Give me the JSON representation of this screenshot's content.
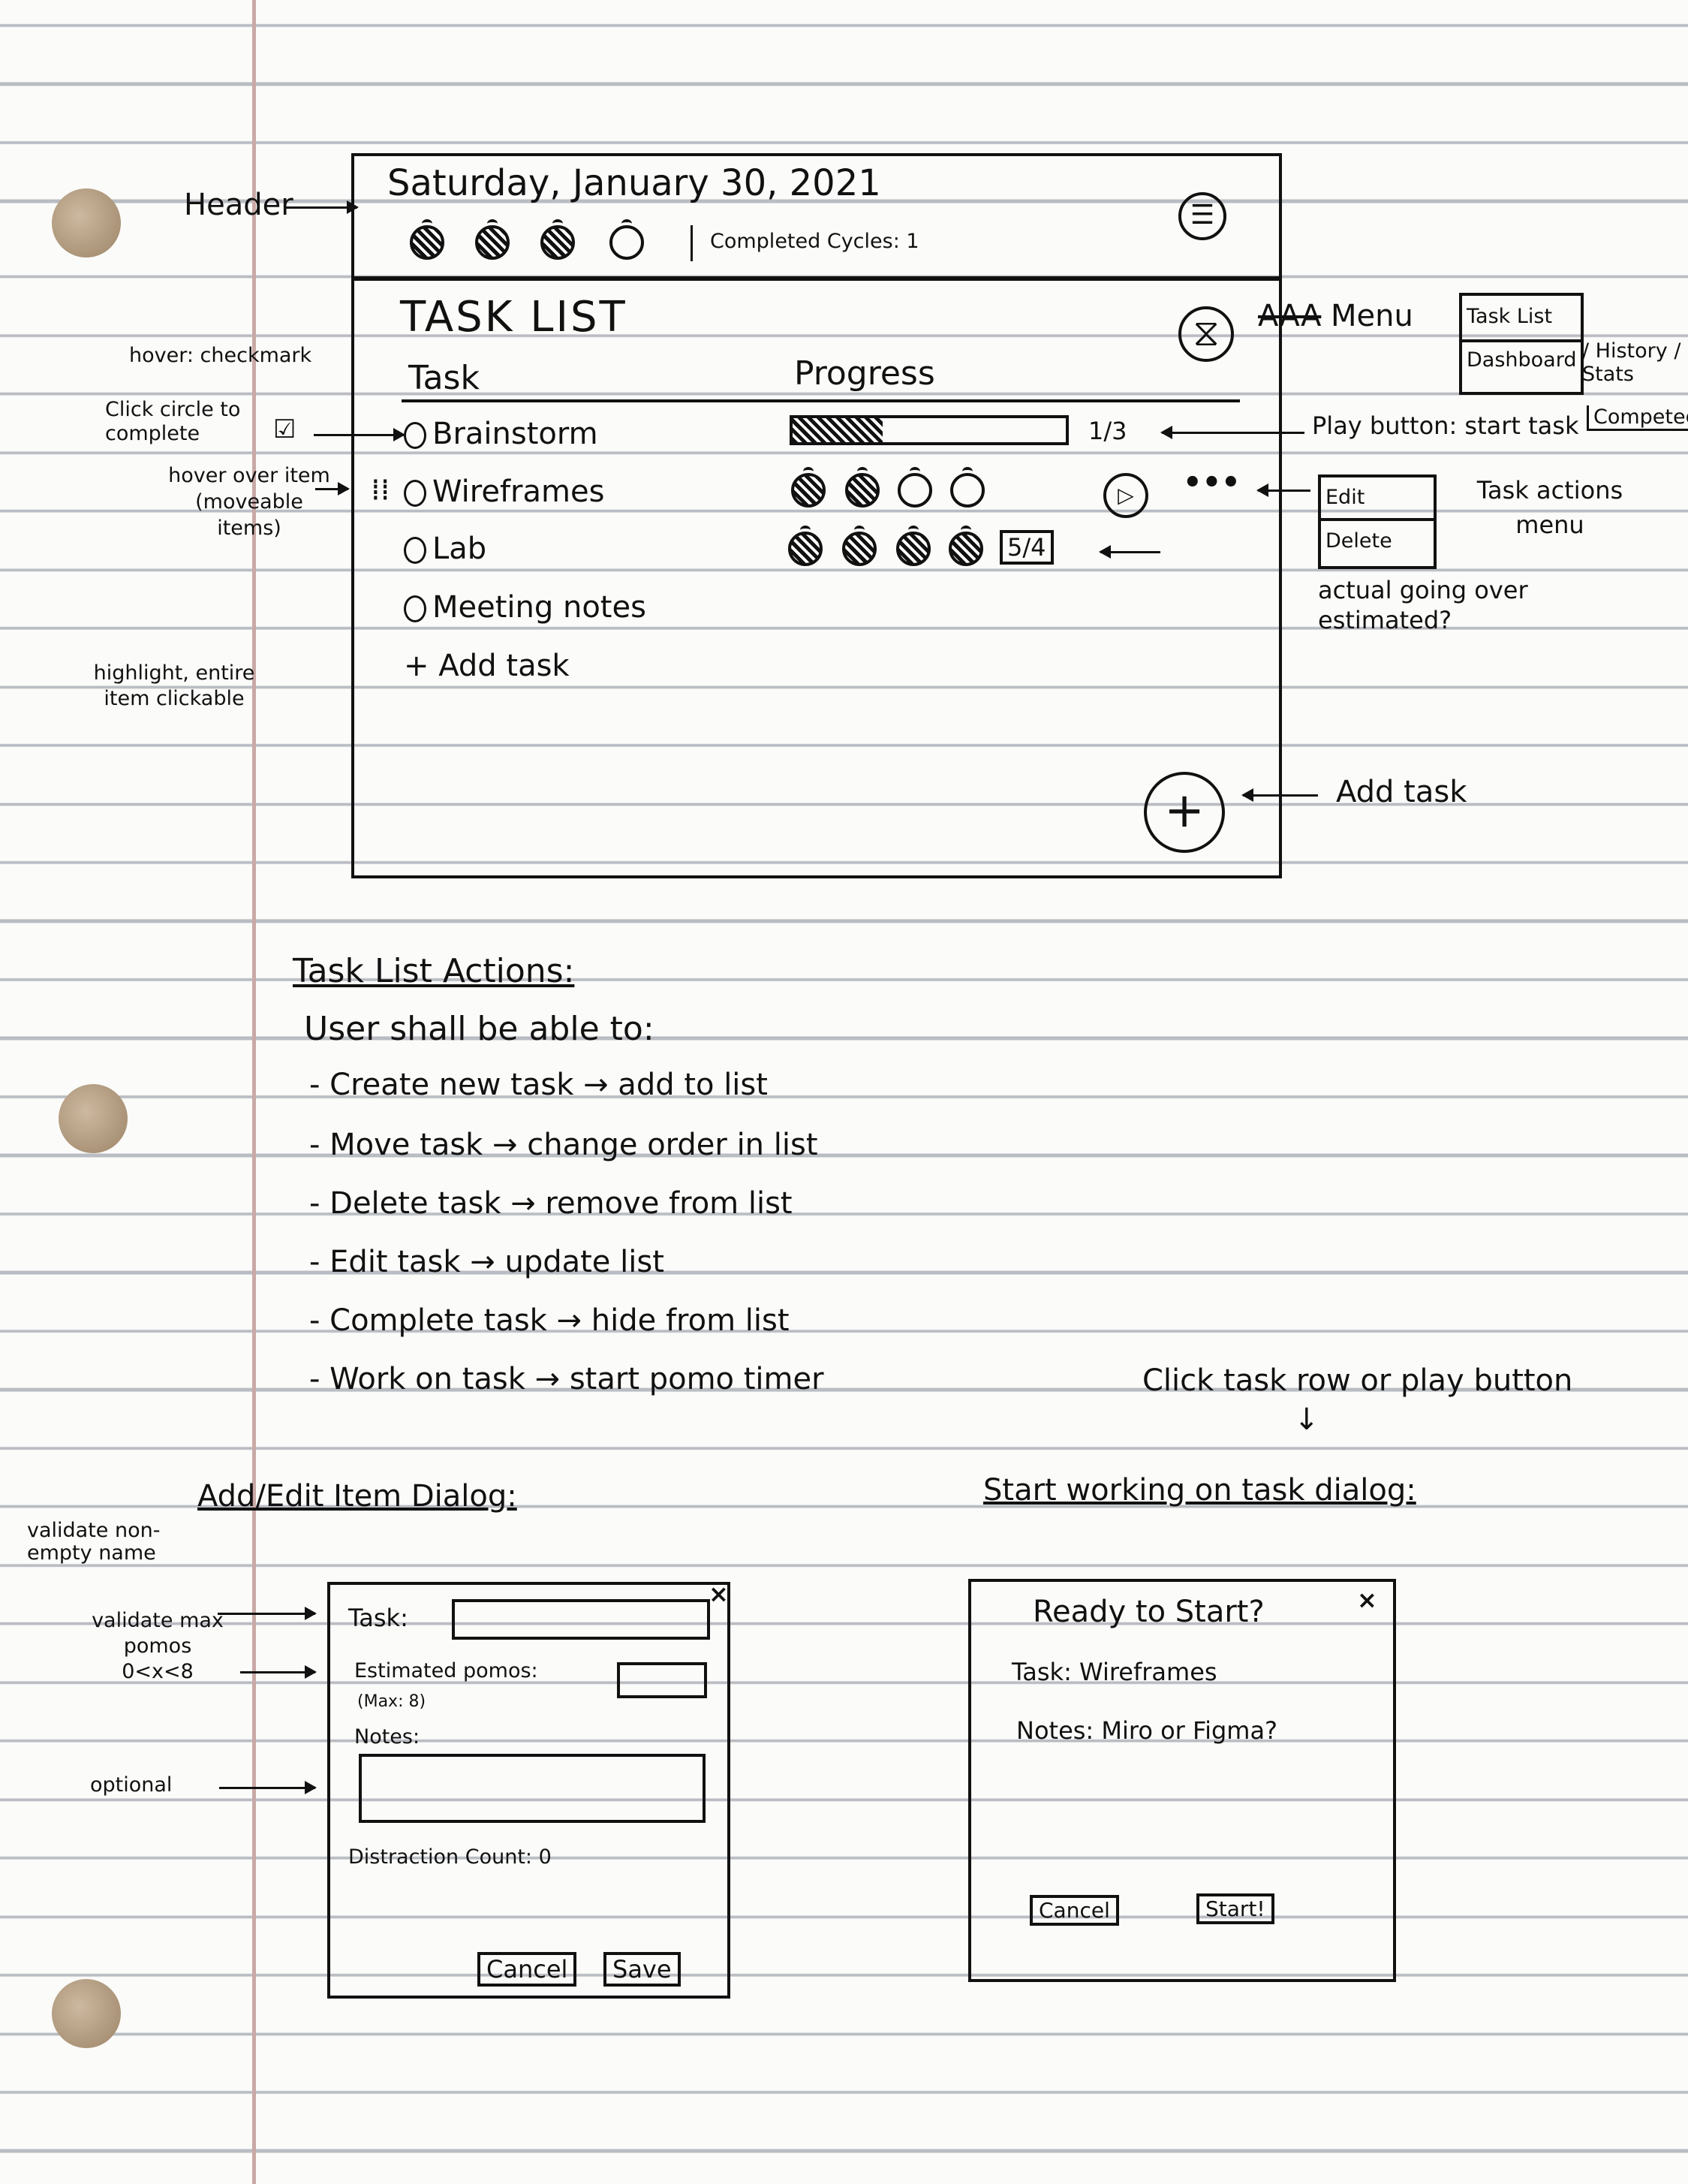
{
  "header": {
    "date": "Saturday, January 30, 2021",
    "completed_cycles": "Completed Cycles: 1",
    "pomos_done": 3,
    "pomos_total": 4
  },
  "task_list": {
    "title": "TASK LIST",
    "col_task": "Task",
    "col_progress": "Progress",
    "tasks": [
      {
        "name": "Brainstorm",
        "progress_fraction": 0.33,
        "progress_text": "1/3"
      },
      {
        "name": "Wireframes",
        "pomos_done": 2,
        "pomos_total": 4
      },
      {
        "name": "Lab",
        "pomos_done": 4,
        "pomos_total": 4,
        "over_text": "5/4"
      },
      {
        "name": "Meeting notes"
      }
    ],
    "add_task": "+ Add task"
  },
  "annotations": {
    "header": "Header",
    "hover_checkmark": "hover: checkmark",
    "click_circle": "Click circle to complete",
    "hover_item": "hover over item (moveable items)",
    "highlight": "highlight, entire item clickable",
    "menu": "Menu",
    "menu_struck": "AAA",
    "play_button": "Play button: start task",
    "task_actions": "Task actions menu",
    "going_over": "actual going over estimated?",
    "add_task": "Add task",
    "menu_items": [
      "Task List",
      "Dashboard"
    ],
    "menu_extra": "/ History / Stats",
    "menu_extra2": "Competed",
    "task_menu_items": [
      "Edit",
      "Delete"
    ]
  },
  "actions": {
    "title": "Task List Actions:",
    "intro": "User shall be able to:",
    "items": [
      "- Create new task → add to list",
      "- Move task → change order in list",
      "- Delete task → remove from list",
      "- Edit task → update list",
      "- Complete task → hide from list",
      "- Work on task → start pomo timer"
    ]
  },
  "click_note": "Click task row or play button",
  "add_dialog": {
    "section_title": "Add/Edit Item Dialog:",
    "task_label": "Task:",
    "pomos_label": "Estimated pomos:",
    "max_note": "(Max: 8)",
    "notes_label": "Notes:",
    "distraction": "Distraction Count: 0",
    "cancel": "Cancel",
    "save": "Save",
    "ann_validate_name": "validate non-empty name",
    "ann_validate_pomos": "validate max pomos 0<x<8",
    "ann_optional": "optional"
  },
  "start_dialog": {
    "section_title": "Start working on task dialog:",
    "title": "Ready to Start?",
    "task": "Task: Wireframes",
    "notes": "Notes: Miro or Figma?",
    "cancel": "Cancel",
    "start": "Start!"
  }
}
